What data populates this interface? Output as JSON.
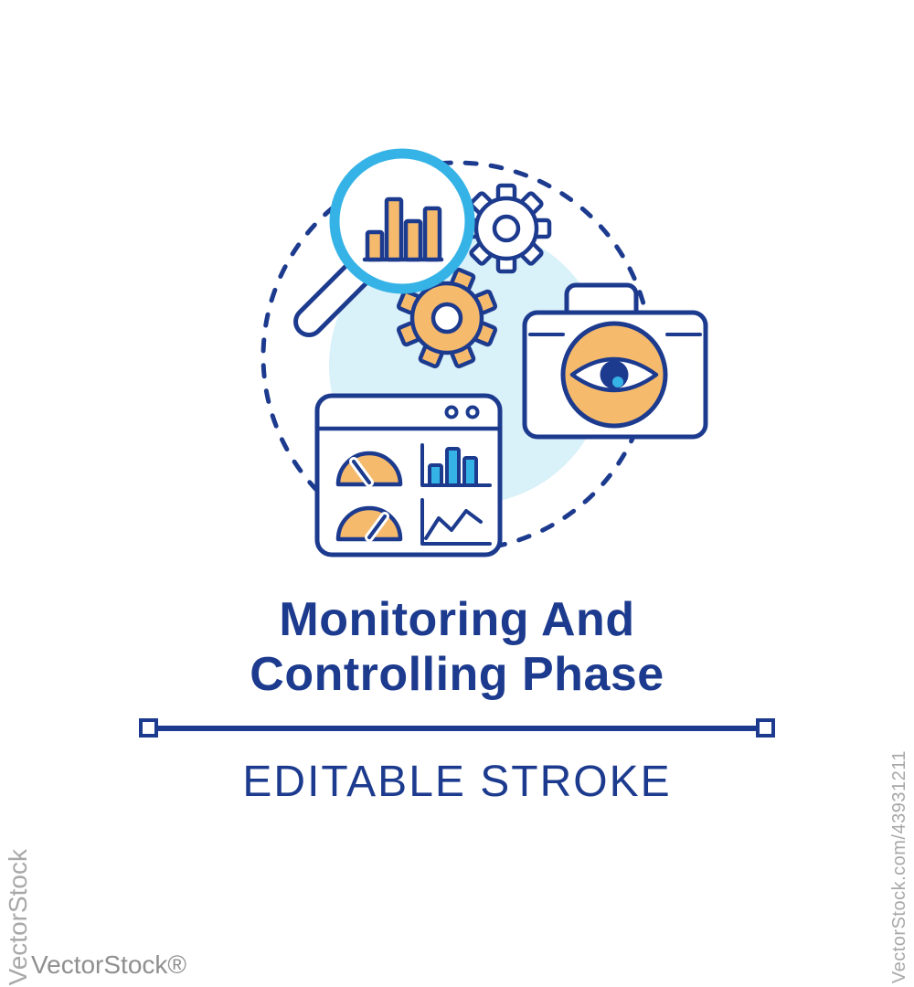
{
  "title": {
    "line1": "Monitoring And",
    "line2": "Controlling Phase"
  },
  "stroke_label": "EDITABLE STROKE",
  "watermarks": {
    "left_vertical": "VectorStock",
    "bottom_left": "VectorStock®",
    "right_vertical": "VectorStock.com/43931211"
  },
  "illustration": {
    "icons": [
      "dashed-circle",
      "background-circle",
      "magnifier-bar-chart-icon",
      "gear-icon-small",
      "gear-icon-large",
      "camera-eye-icon",
      "dashboard-window-icon"
    ]
  },
  "palette": {
    "navy": "#1d3b8e",
    "light-blue": "#36b3e6",
    "pale-blue": "#d9f1f9",
    "orange": "#f6ba6c",
    "watermark-gray": "#a8a8a8",
    "watermark-dark-gray": "#8f8f8f"
  }
}
